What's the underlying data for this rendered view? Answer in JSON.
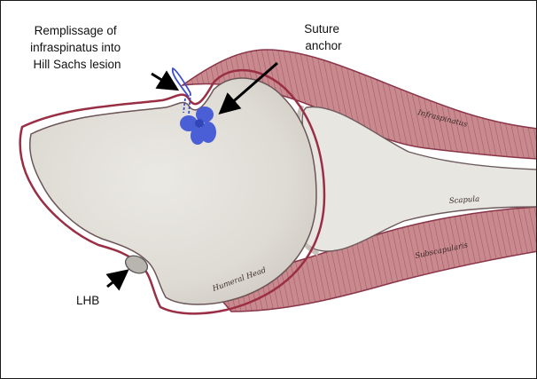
{
  "labels": {
    "remplissage": [
      "Remplissage of",
      "infraspinatus into",
      "Hill Sachs lesion"
    ],
    "suture_anchor": [
      "Suture",
      "anchor"
    ],
    "lhb": "LHB"
  },
  "muscle_labels": {
    "infraspinatus": "Infraspinatus",
    "scapula": "Scapula",
    "subscapularis": "Subscapularis",
    "humeral_head": "Humeral Head"
  },
  "colors": {
    "bone_fill": "#e6e3dd",
    "bone_outline": "#7a5a5e",
    "cartilage_rim": "#9a2e45",
    "muscle": "#c98a8f",
    "muscle_stripe": "#a65a64",
    "anchor": "#4a5fd6",
    "suture": "#3d4fc8"
  }
}
